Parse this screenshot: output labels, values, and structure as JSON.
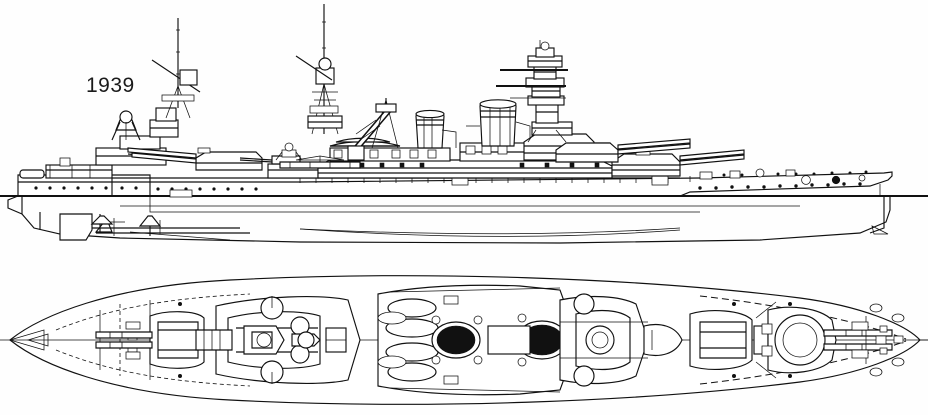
{
  "document": {
    "kind": "technical-line-drawing",
    "subject": "battleship general arrangement drawing",
    "views": [
      {
        "id": "profile",
        "label": "starboard side elevation"
      },
      {
        "id": "plan",
        "label": "plan / deck view"
      }
    ]
  },
  "annotations": {
    "year_label": "1939"
  },
  "colors": {
    "background": "#fefefe",
    "ink": "#111111",
    "fill": "#ffffff"
  },
  "profile_view": {
    "name": "side-elevation",
    "features": [
      "hull",
      "waterline",
      "stern",
      "bow-stem",
      "rudder",
      "propeller-shafts",
      "main-deck-portholes",
      "aft-turret",
      "forward-turrets",
      "bridge-tower",
      "foremast",
      "mainmast",
      "forefunnel",
      "aftfunnel",
      "aircraft-crane",
      "catapult",
      "secondary-guns",
      "boats",
      "rangefinder"
    ]
  },
  "plan_view": {
    "name": "deck-plan",
    "features": [
      "hull-outline",
      "centerline",
      "aft-turret",
      "forward-turrets",
      "superstructure",
      "funnel-uptakes",
      "boats",
      "catapult-track",
      "anchor-gear",
      "deck-fittings",
      "armour-belt-dashed"
    ]
  }
}
